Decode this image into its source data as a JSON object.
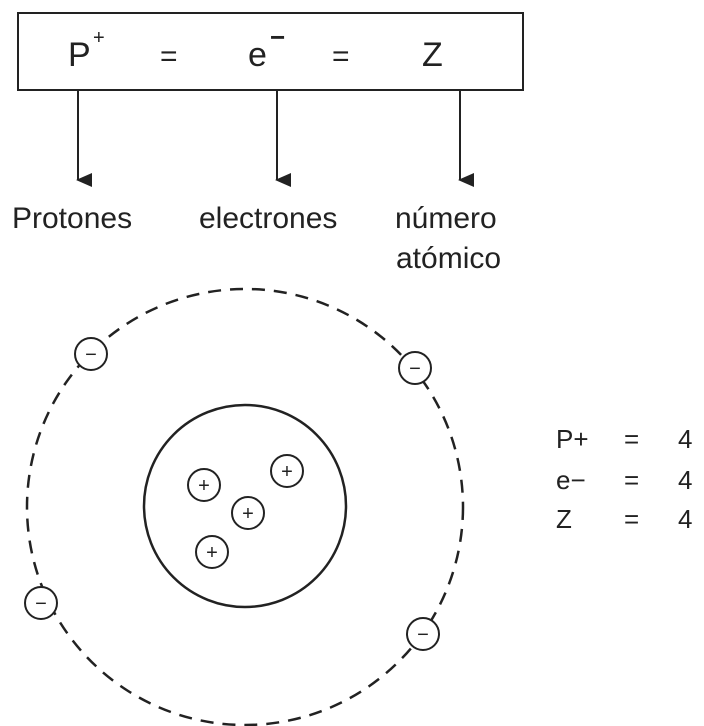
{
  "formula": {
    "proton_symbol": "P",
    "proton_sup": "+",
    "equals_1": "=",
    "electron_symbol": "e",
    "electron_sup": "−",
    "equals_2": "=",
    "atomic_symbol": "Z"
  },
  "labels": {
    "protons": "Protones",
    "electrons": "electrones",
    "atomic_number_line1": "número",
    "atomic_number_line2": "atómico"
  },
  "atom": {
    "proton_sign": "+",
    "electron_sign": "−",
    "proton_count": 4,
    "electron_count": 4
  },
  "summary": {
    "rows": [
      {
        "symbol": "P+",
        "equals": "=",
        "value": "4"
      },
      {
        "symbol": "e−",
        "equals": "=",
        "value": "4"
      },
      {
        "symbol": "Z",
        "equals": "=",
        "value": "4"
      }
    ]
  },
  "colors": {
    "ink": "#222222",
    "background": "#ffffff"
  }
}
